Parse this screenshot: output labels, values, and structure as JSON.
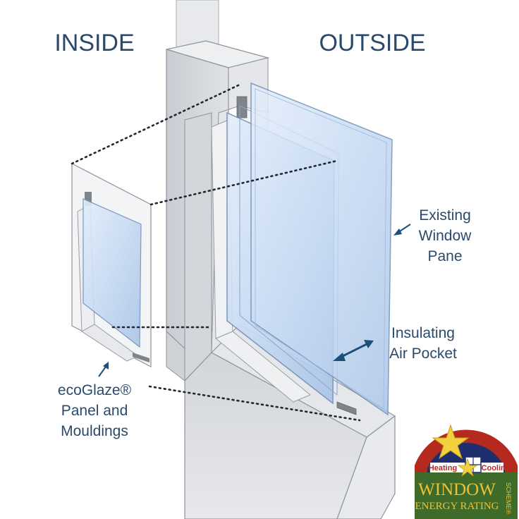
{
  "headings": {
    "inside": "INSIDE",
    "outside": "OUTSIDE"
  },
  "callouts": {
    "existing_pane": [
      "Existing",
      "Window",
      "Pane"
    ],
    "air_pocket": [
      "Insulating",
      "Air Pocket"
    ],
    "ecoglaze": [
      "ecoGlaze®",
      "Panel and",
      "Mouldings"
    ]
  },
  "logo": {
    "heating": "Heating",
    "cooling": "Cooling",
    "window": "WINDOW",
    "energy_rating": "ENERGY RATING",
    "scheme": "SCHEME®"
  },
  "colors": {
    "heading_text": "#2b4a6b",
    "arrow": "#1d4f7a",
    "wall": "#d9dbe0",
    "glass": "#c9dcf2",
    "logo_red": "#b42a1e",
    "logo_navy": "#1f2f6e",
    "logo_green": "#3f6b2a",
    "logo_gold": "#e9c23a"
  }
}
